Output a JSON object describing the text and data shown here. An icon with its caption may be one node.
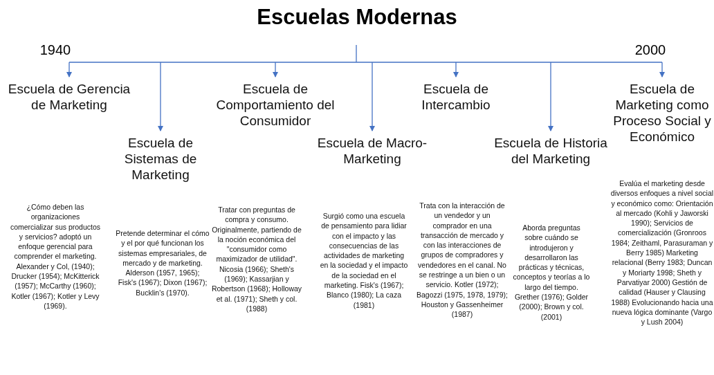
{
  "diagram": {
    "title": "Escuelas Modernas",
    "nodes": [
      {
        "text": [
          "Escuela de Gerencia de Marketing"
        ]
      },
      {
        "text": [
          "Escuela de Sistemas de Marketing"
        ]
      },
      {
        "text": [
          "Escuela de Comportamiento del Consumidor"
        ]
      },
      {
        "text": [
          "Escuela de Macro-Marketing"
        ]
      },
      {
        "text": [
          "Escuela de Intercambio"
        ]
      },
      {
        "text": [
          "Escuela de Historia del Marketing"
        ]
      },
      {
        "text": [
          "Escuela de Marketing como Proceso Social y Económico"
        ]
      }
    ],
    "edges": [
      {
        "from": null,
        "to": 0,
        "arrow": "to"
      },
      {
        "from": null,
        "to": 1,
        "arrow": "to"
      },
      {
        "from": null,
        "to": 2,
        "arrow": "to"
      },
      {
        "from": null,
        "to": 3,
        "arrow": "to"
      },
      {
        "from": null,
        "to": 4,
        "arrow": "to"
      },
      {
        "from": null,
        "to": 5,
        "arrow": "to"
      },
      {
        "from": null,
        "to": 6,
        "arrow": "to"
      }
    ],
    "labels": [
      "1940",
      "2000",
      "¿Cómo deben las organizaciones comercializar sus productos y servicios? adoptó un enfoque gerencial para comprender el marketing. Alexander y Col, (1940); Drucker (1954); McKitterick (1957); McCarthy (1960); Kotler (1967); Kotler y Levy (1969).",
      "Pretende determinar el cómo y el por qué funcionan los sistemas empresariales, de mercado y de marketing. Alderson (1957, 1965); Fisk's (1967); Dixon (1967); Bucklin's (1970).",
      "Tratar con preguntas de compra y consumo. Originalmente, partiendo de la noción económica del \"consumidor como maximizador de utilidad\". Nicosia (1966); Sheth's (1969); Kassarjian y Robertson (1968); Holloway et al. (1971); Sheth y col. (1988)",
      "Surgió como una escuela de pensamiento para lidiar con el impacto y las consecuencias de las actividades de marketing en la sociedad y el impacto de la sociedad en el marketing. Fisk's (1967); Blanco (1980); La caza (1981)",
      "Trata con la interacción de un vendedor y un comprador en una transacción de mercado y con las interacciones de grupos de compradores y vendedores en el canal. No se restringe a un bien o un servicio. Kotler (1972); Bagozzi (1975, 1978, 1979); Houston y Gassenheimer (1987)",
      "Aborda preguntas sobre cuándo se introdujeron y desarrollaron las prácticas y técnicas, conceptos y teorías a lo largo del tiempo. Grether (1976); Golder (2000); Brown y col. (2001)",
      "Evalúa el marketing desde diversos enfoques a nivel social y económico como: Orientación al mercado (Kohli y Jaworski 1990); Servicios de comercialización (Gronroos 1984; Zeithaml, Parasuraman y Berry 1985) Marketing relacional (Berry 1983; Duncan y Moriarty 1998; Sheth y Parvatiyar 2000) Gestión de calidad (Hauser y Clausing 1988) Evolucionando hacia una nueva lógica dominante (Vargo y Lush 2004)"
    ]
  }
}
